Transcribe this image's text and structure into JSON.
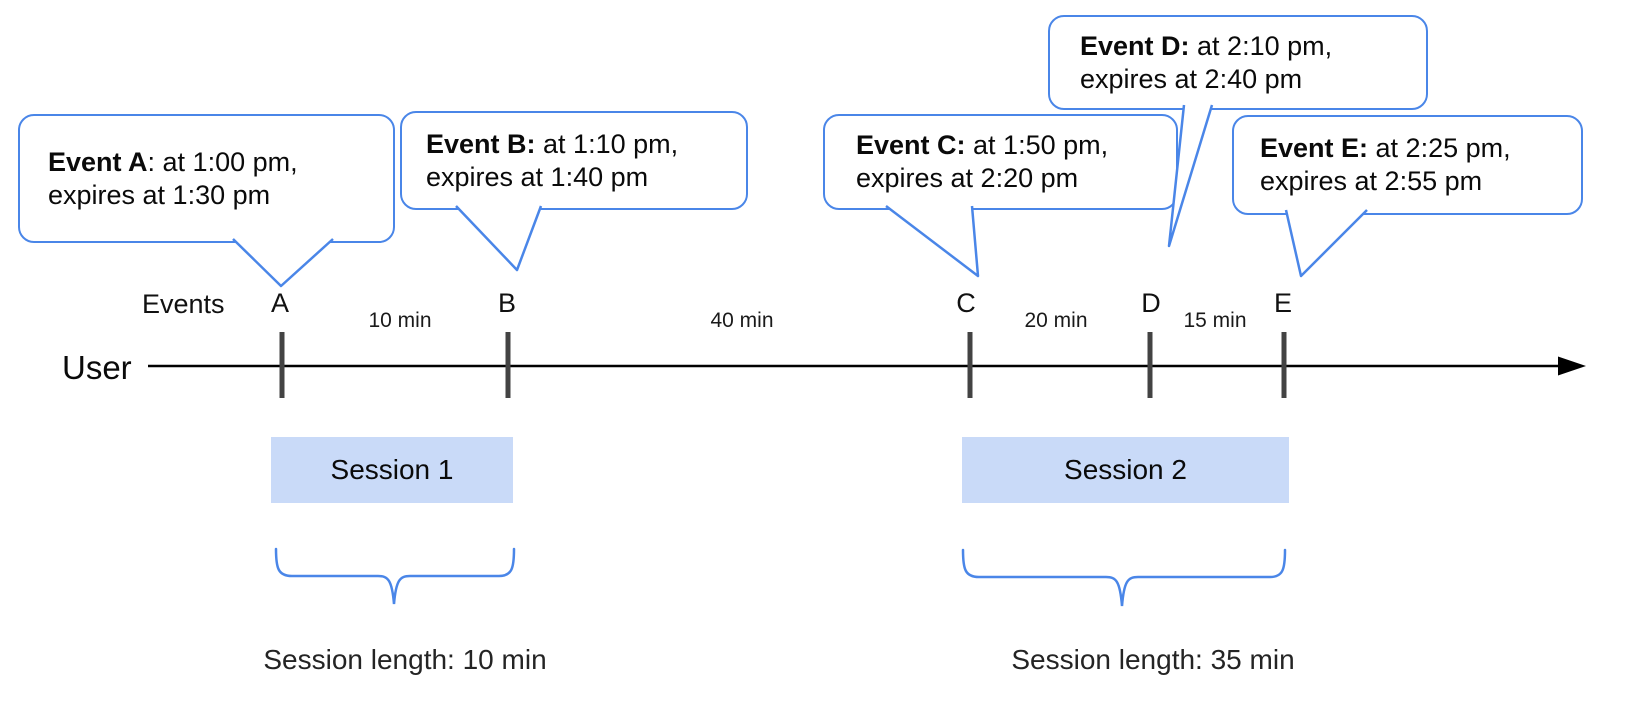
{
  "diagram": {
    "axis_label": "User",
    "events_label": "Events",
    "events": [
      {
        "letter": "A",
        "bubble_bold": "Event A",
        "bubble_rest": ": at 1:00 pm,",
        "bubble_line2": "expires at 1:30 pm"
      },
      {
        "letter": "B",
        "bubble_bold": "Event B:",
        "bubble_rest": " at 1:10 pm,",
        "bubble_line2": "expires at 1:40 pm"
      },
      {
        "letter": "C",
        "bubble_bold": "Event C:",
        "bubble_rest": " at 1:50 pm,",
        "bubble_line2": "expires at 2:20 pm"
      },
      {
        "letter": "D",
        "bubble_bold": "Event D:",
        "bubble_rest": " at 2:10 pm,",
        "bubble_line2": "expires at 2:40 pm"
      },
      {
        "letter": "E",
        "bubble_bold": "Event E:",
        "bubble_rest": " at 2:25 pm,",
        "bubble_line2": "expires at 2:55 pm"
      }
    ],
    "intervals": [
      {
        "label": "10 min"
      },
      {
        "label": "40 min"
      },
      {
        "label": "20 min"
      },
      {
        "label": "15 min"
      }
    ],
    "sessions": [
      {
        "label": "Session 1",
        "length_label": "Session length: 10 min"
      },
      {
        "label": "Session 2",
        "length_label": "Session length: 35 min"
      }
    ],
    "colors": {
      "bubble_border": "#4a86e8",
      "session_fill": "#c9daf8",
      "tick": "#434343",
      "axis_line": "#000000"
    }
  }
}
